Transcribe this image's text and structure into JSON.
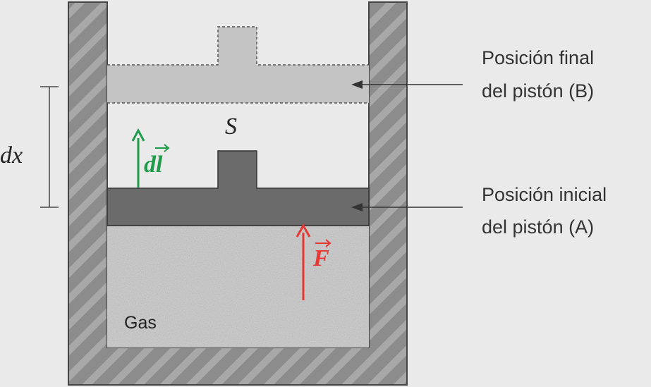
{
  "labels": {
    "final_position_line1": "Posición final",
    "final_position_line2": "del pistón (B)",
    "initial_position_line1": "Posición inicial",
    "initial_position_line2": "del pistón (A)",
    "area": "S",
    "displacement": "dx",
    "displacement_vector": "dl",
    "force_vector": "F",
    "gas": "Gas"
  },
  "colors": {
    "background": "#eaeaea",
    "wall": "#8c8c8c",
    "wall_hatch": "#a8a8a8",
    "piston_initial": "#6b6b6b",
    "piston_final": "#c4c4c4",
    "gas": "#d2d2d2",
    "force_arrow": "#e53935",
    "displacement_arrow": "#1e9c4a",
    "pointer": "#333333"
  }
}
